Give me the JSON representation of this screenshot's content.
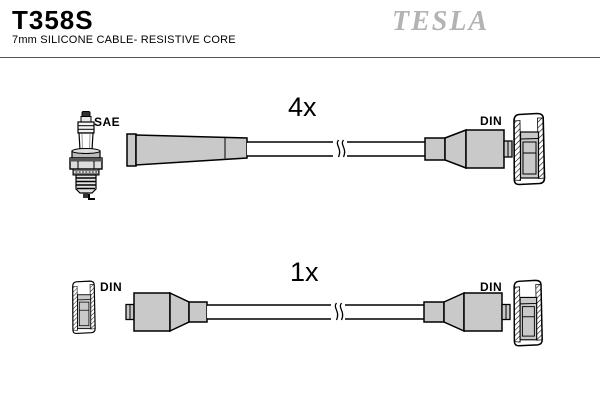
{
  "header": {
    "part_number": "T358S",
    "description": "7mm SILICONE CABLE- RESISTIVE CORE",
    "brand": "TESLA"
  },
  "colors": {
    "brand_gray": "#b3b3b3",
    "part_fill": "#c9c9c9",
    "outline": "#000000",
    "background": "#ffffff"
  },
  "assemblies": [
    {
      "quantity": "4x",
      "left_label": "SAE",
      "right_label": "DIN",
      "left_icon": "spark-plug-icon",
      "right_icon": "din-cap-icon",
      "left_end": "spark-plug-boot",
      "right_end": "din-connector"
    },
    {
      "quantity": "1x",
      "left_label": "DIN",
      "right_label": "DIN",
      "left_icon": "din-cap-icon",
      "right_icon": "din-cap-icon",
      "left_end": "din-connector",
      "right_end": "din-connector"
    }
  ]
}
